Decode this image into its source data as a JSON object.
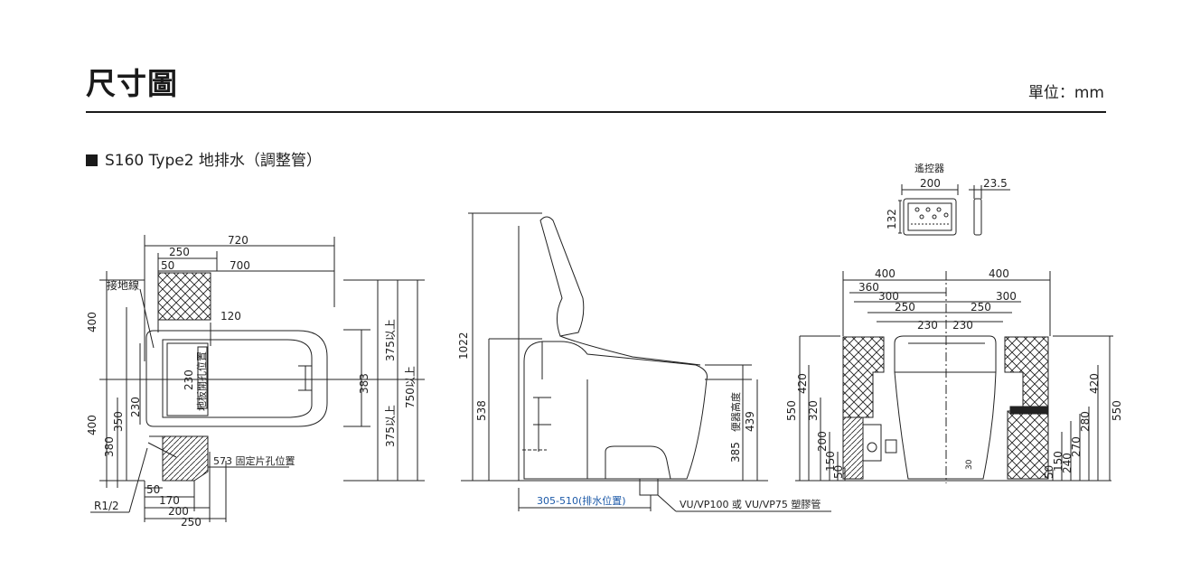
{
  "header": {
    "title": "尺寸圖",
    "unit": "單位：mm"
  },
  "section": {
    "label": "S160 Type2 地排水（調整管）"
  },
  "colors": {
    "line": "#1a1a1a",
    "blue_label": "#1d5aa8"
  },
  "top_view": {
    "d720": "720",
    "d250": "250",
    "d50a": "50",
    "d700": "700",
    "ground_wire": "接地線",
    "d120": "120",
    "d400a": "400",
    "d400b": "400",
    "d350": "350",
    "d380": "380",
    "d230a": "230",
    "d230b": "230",
    "floor_hole": "地板開孔位置",
    "d383": "383",
    "d375a": "375以上",
    "d375b": "375以上",
    "d750": "750以上",
    "fix_hole": "573 固定片孔位置",
    "d50b": "50",
    "d170": "170",
    "d200": "200",
    "d250b": "250",
    "r12": "R1/2"
  },
  "side_view": {
    "d1022": "1022",
    "d538": "538",
    "seat_height": "便器高度",
    "d439": "439",
    "d385": "385",
    "drain": "305-510(排水位置)",
    "pipe": "VU/VP100 或 VU/VP75 塑膠管"
  },
  "remote": {
    "label": "遙控器",
    "w200": "200",
    "d23_5": "23.5",
    "h132": "132"
  },
  "front_view": {
    "d400l": "400",
    "d400r": "400",
    "d360": "360",
    "d300l": "300",
    "d300r": "300",
    "d250l": "250",
    "d250r": "250",
    "d230l": "230",
    "d230r": "230",
    "d550l": "550",
    "d420l": "420",
    "d320": "320",
    "d200": "200",
    "d150l": "150",
    "d50l": "50",
    "d30": "30",
    "d50r": "50",
    "d150r": "150",
    "d240": "240",
    "d270": "270",
    "d280": "280",
    "d420r": "420",
    "d550r": "550"
  }
}
